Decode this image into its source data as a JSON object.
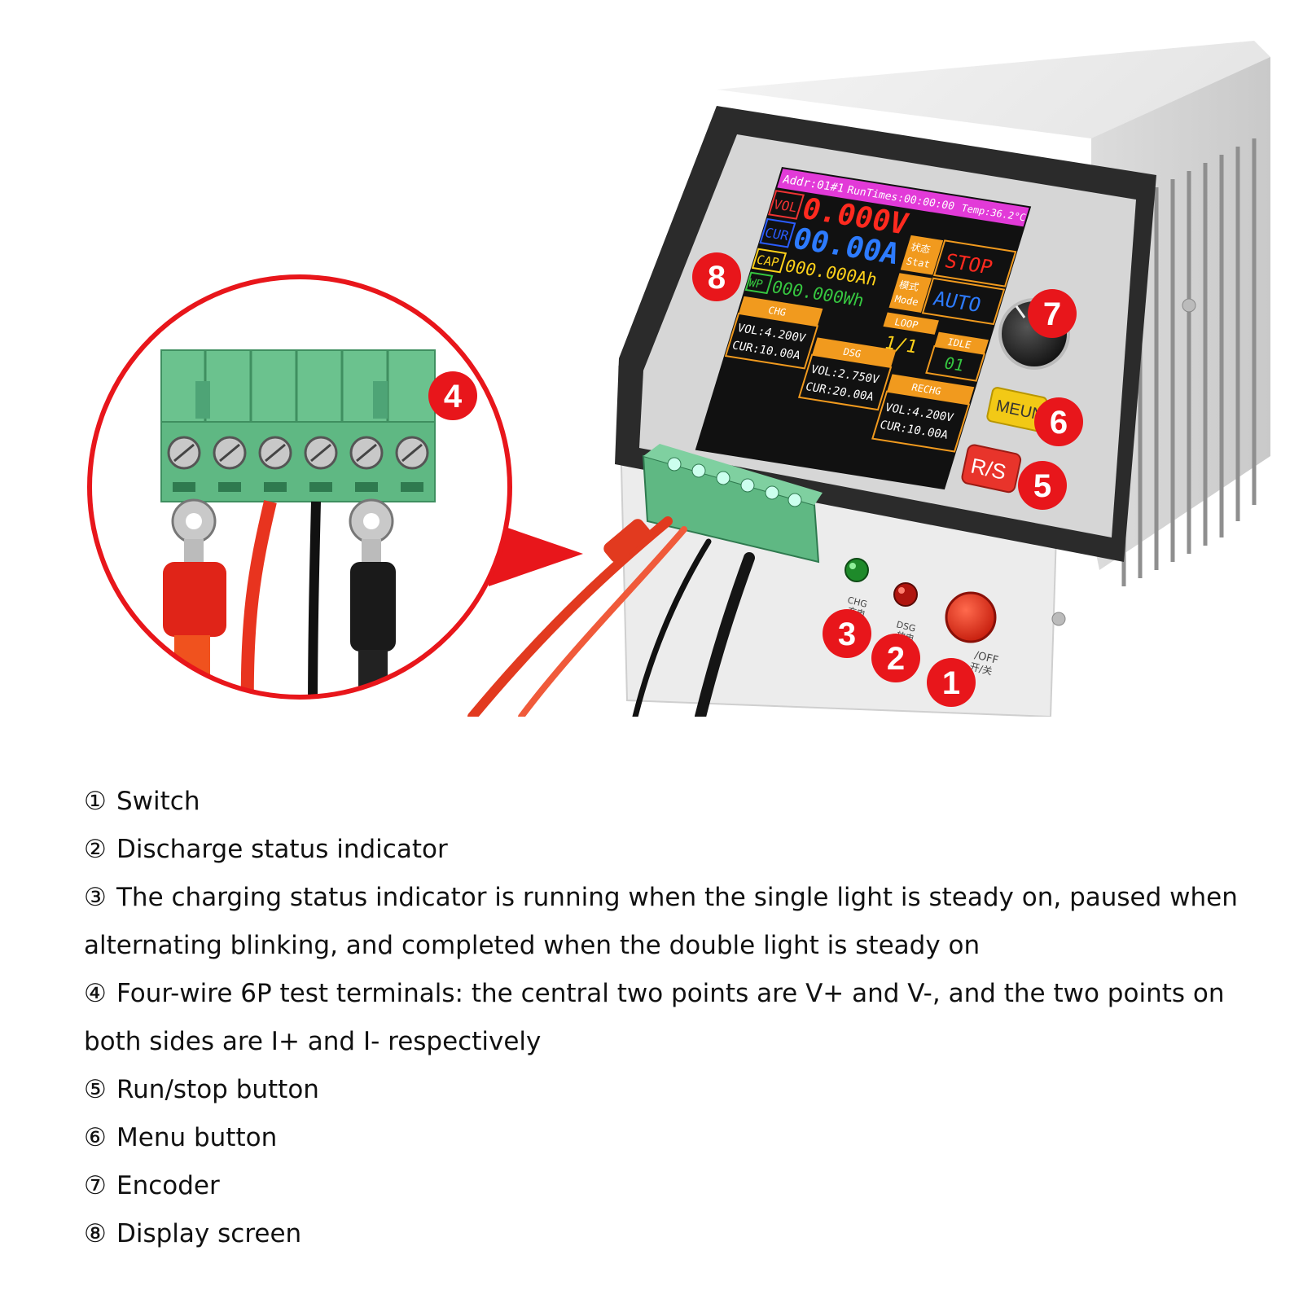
{
  "screen": {
    "addr": "Addr:01#1",
    "runtime": "RunTimes:00:00:00",
    "temp": "Temp:36.2°C",
    "vol_tag": "VOL",
    "vol_value": "0.000V",
    "cur_tag": "CUR",
    "cur_value": "00.00A",
    "cap_tag": "CAP",
    "cap_value": "000.000Ah",
    "wp_tag": "WP",
    "wp_value": "000.000Wh",
    "stat_cn": "状态",
    "stat_en": "Stat",
    "stat_value": "STOP",
    "mode_cn": "模式",
    "mode_en": "Mode",
    "mode_value": "AUTO",
    "loop_label": "LOOP",
    "loop_value": "1/1",
    "idle_label": "IDLE",
    "idle_value": "01",
    "chg_label": "CHG",
    "chg_vol": "VOL:4.200V",
    "chg_cur": "CUR:10.00A",
    "dsg_label": "DSG",
    "dsg_vol": "VOL:2.750V",
    "dsg_cur": "CUR:20.00A",
    "rechg_label": "RECHG",
    "rechg_vol": "VOL:4.200V",
    "rechg_cur": "CUR:10.00A"
  },
  "device": {
    "menu_label": "MEUN",
    "rs_label": "R/S",
    "chg_led_en": "CHG",
    "chg_led_cn": "充电",
    "dsg_led_en": "DSG",
    "dsg_led_cn": "放电",
    "switch_label": "/OFF",
    "switch_label_cn": "开/关"
  },
  "callouts": [
    "1",
    "2",
    "3",
    "4",
    "5",
    "6",
    "7",
    "8"
  ],
  "legend": [
    {
      "num": "①",
      "text": "Switch"
    },
    {
      "num": "②",
      "text": "Discharge status indicator"
    },
    {
      "num": "③",
      "text": "The charging status indicator is running when the single light is steady on, paused when alternating blinking, and completed when the double light is steady on"
    },
    {
      "num": "④",
      "text": "Four-wire 6P test terminals: the central two points are V+ and V-, and the two points on both sides are I+ and I- respectively"
    },
    {
      "num": "⑤",
      "text": "Run/stop button"
    },
    {
      "num": "⑥",
      "text": "Menu button"
    },
    {
      "num": "⑦",
      "text": "Encoder"
    },
    {
      "num": "⑧",
      "text": "Display screen"
    }
  ],
  "colors": {
    "callout_red": "#e8161b",
    "terminal_green": "#5fb883",
    "lcd_header_magenta": "#e23ad8",
    "lcd_orange": "#f19a1e",
    "case_grey": "#e9e9e9"
  }
}
